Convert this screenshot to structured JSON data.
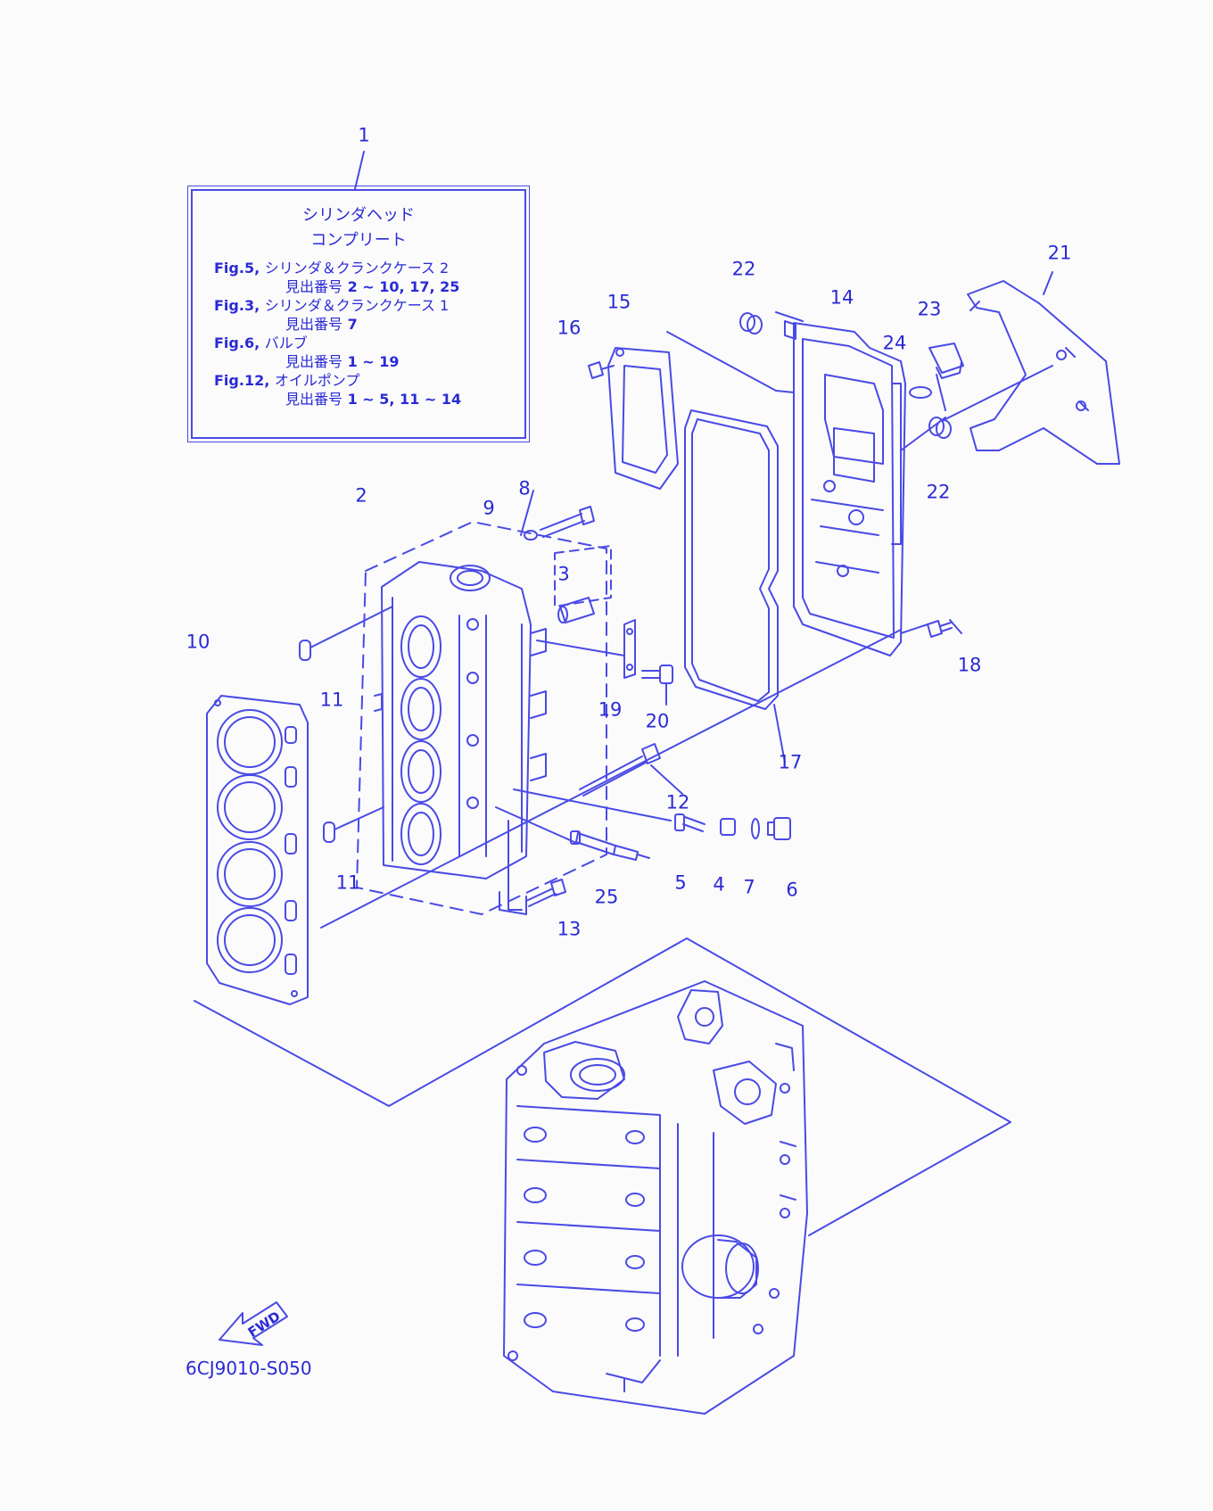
{
  "colors": {
    "ink": "#2a2ad6",
    "line": "#4a4ae6",
    "background": "#fbfbfb"
  },
  "info_box": {
    "title_line1": "シリンダヘッド",
    "title_line2": "コンプリート",
    "references": [
      {
        "fig": "Fig.5,",
        "name": "シリンダ＆クランクケース 2",
        "prefix": "見出番号",
        "items": "2 ~ 10, 17, 25"
      },
      {
        "fig": "Fig.3,",
        "name": "シリンダ＆クランクケース 1",
        "prefix": "見出番号",
        "items": "7"
      },
      {
        "fig": "Fig.6,",
        "name": "バルブ",
        "prefix": "見出番号",
        "items": "1 ~ 19"
      },
      {
        "fig": "Fig.12,",
        "name": "オイルポンプ",
        "prefix": "見出番号",
        "items": "1 ~ 5, 11 ~ 14"
      }
    ]
  },
  "callouts": [
    "1",
    "2",
    "3",
    "4",
    "5",
    "6",
    "7",
    "8",
    "9",
    "10",
    "11",
    "11",
    "12",
    "13",
    "14",
    "15",
    "16",
    "17",
    "18",
    "19",
    "20",
    "21",
    "22",
    "22",
    "23",
    "24",
    "25"
  ],
  "fwd_marker": {
    "text": "FWD",
    "icon": "forward-arrow-icon"
  },
  "drawing_code": "6CJ9010-S050"
}
